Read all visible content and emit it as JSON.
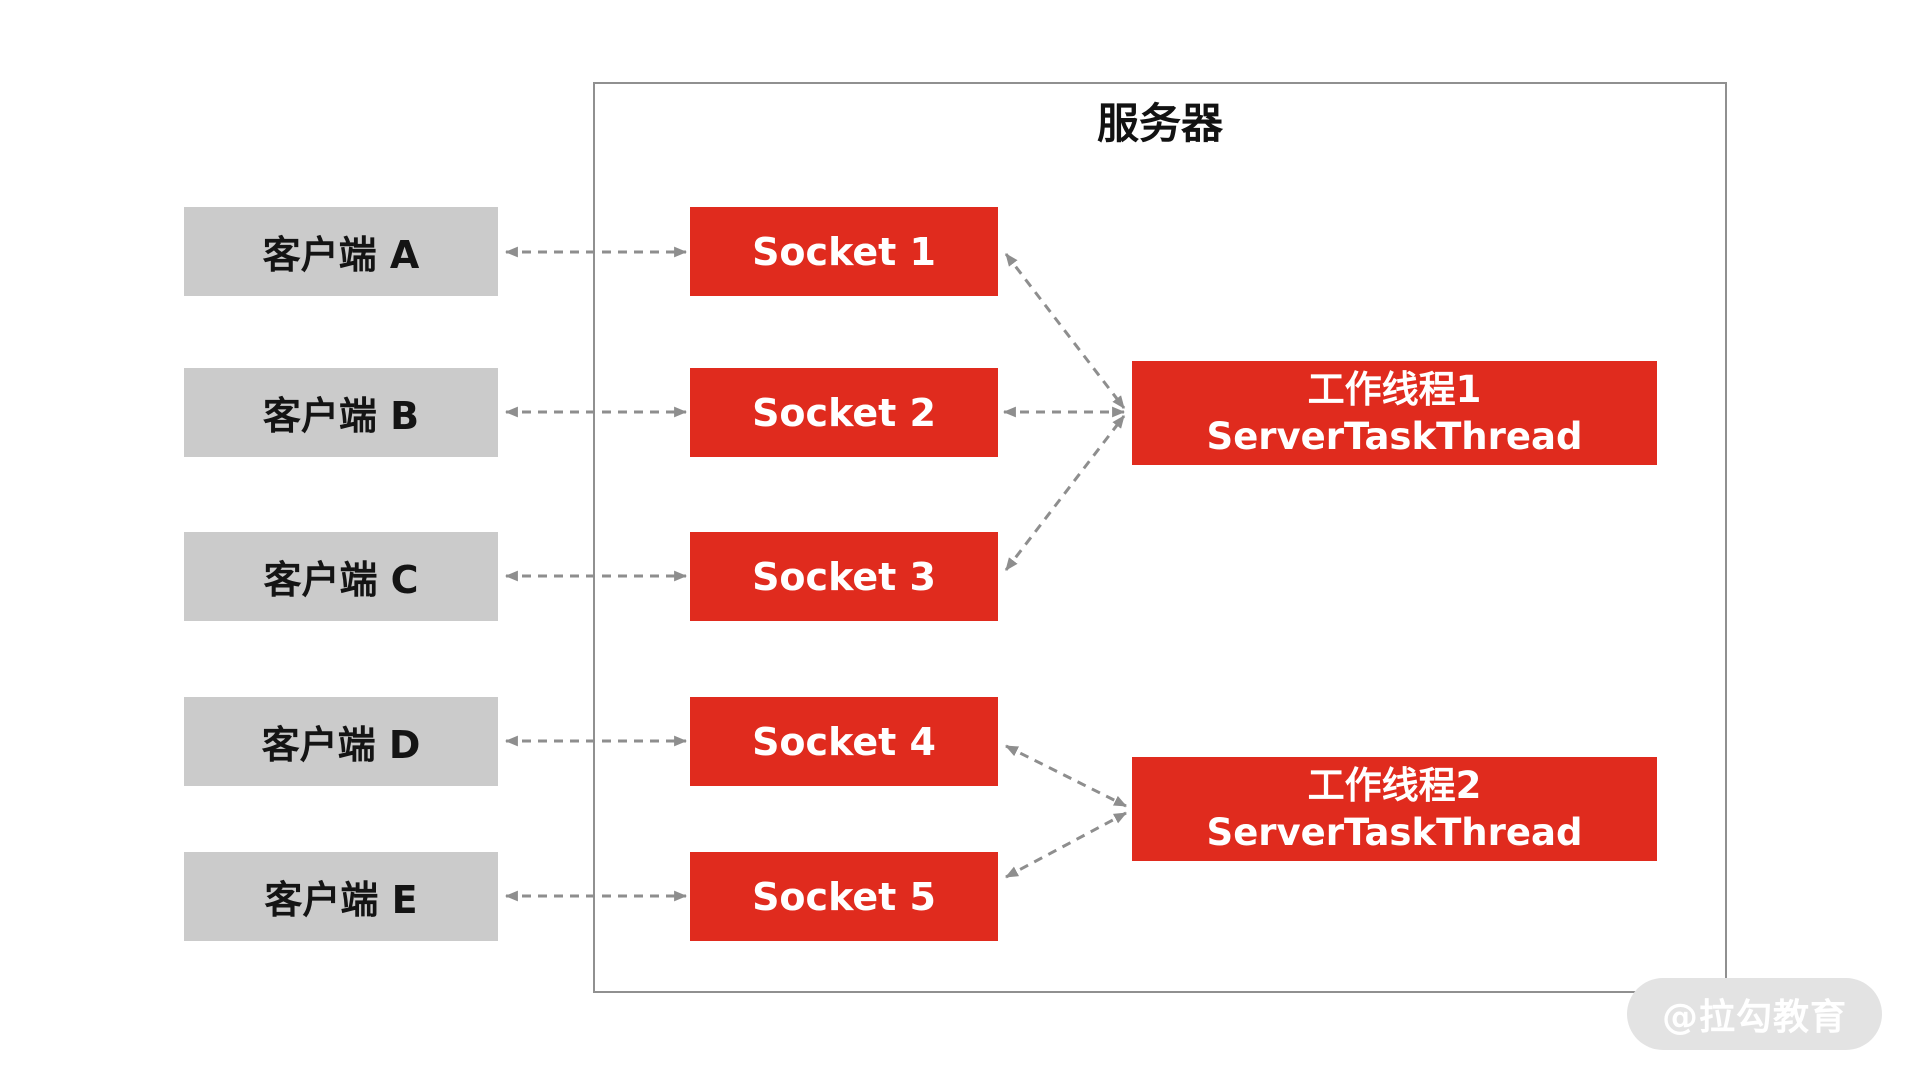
{
  "server": {
    "title": "服务器"
  },
  "clients": [
    {
      "label": "客户端 A"
    },
    {
      "label": "客户端 B"
    },
    {
      "label": "客户端 C"
    },
    {
      "label": "客户端 D"
    },
    {
      "label": "客户端 E"
    }
  ],
  "sockets": [
    {
      "label": "Socket 1"
    },
    {
      "label": "Socket 2"
    },
    {
      "label": "Socket 3"
    },
    {
      "label": "Socket 4"
    },
    {
      "label": "Socket 5"
    }
  ],
  "workers": [
    {
      "title": "工作线程1",
      "subtitle": "ServerTaskThread"
    },
    {
      "title": "工作线程2",
      "subtitle": "ServerTaskThread"
    }
  ],
  "watermark": {
    "label": "@拉勾教育"
  },
  "colors": {
    "box_red": "#E02B1E",
    "box_gray": "#CBCBCB",
    "text_dark": "#141414",
    "arrow_gray": "#8E8E8E",
    "border_gray": "#909090",
    "watermark_bg": "#E3E3E3",
    "watermark_text": "#FFFFFF"
  },
  "connections": [
    {
      "from": "客户端 A",
      "to": "Socket 1",
      "type": "dashed-double-arrow"
    },
    {
      "from": "客户端 B",
      "to": "Socket 2",
      "type": "dashed-double-arrow"
    },
    {
      "from": "客户端 C",
      "to": "Socket 3",
      "type": "dashed-double-arrow"
    },
    {
      "from": "客户端 D",
      "to": "Socket 4",
      "type": "dashed-double-arrow"
    },
    {
      "from": "客户端 E",
      "to": "Socket 5",
      "type": "dashed-double-arrow"
    },
    {
      "from": "Socket 1",
      "to": "工作线程1 ServerTaskThread",
      "type": "dashed-double-arrow"
    },
    {
      "from": "Socket 2",
      "to": "工作线程1 ServerTaskThread",
      "type": "dashed-double-arrow"
    },
    {
      "from": "Socket 3",
      "to": "工作线程1 ServerTaskThread",
      "type": "dashed-double-arrow"
    },
    {
      "from": "Socket 4",
      "to": "工作线程2 ServerTaskThread",
      "type": "dashed-double-arrow"
    },
    {
      "from": "Socket 5",
      "to": "工作线程2 ServerTaskThread",
      "type": "dashed-double-arrow"
    }
  ]
}
